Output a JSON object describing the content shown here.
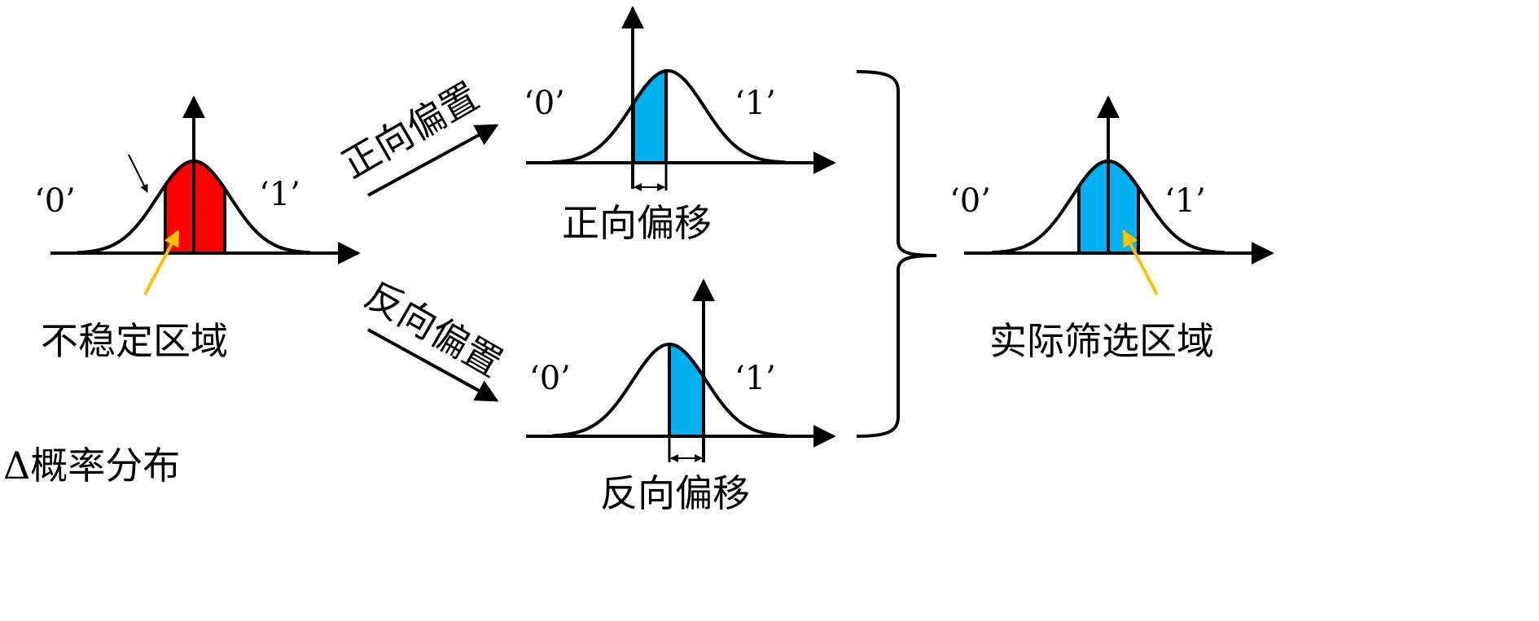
{
  "panels": {
    "left": {
      "label_zero": "‘0’",
      "label_one": "‘1’",
      "region_caption": "不稳定区域",
      "fill_color": "#ff0000"
    },
    "top": {
      "label_zero": "‘0’",
      "label_one": "‘1’",
      "shift_caption": "正向偏移",
      "fill_color": "#00b0f0"
    },
    "bottom": {
      "label_zero": "‘0’",
      "label_one": "‘1’",
      "shift_caption": "反向偏移",
      "fill_color": "#00b0f0"
    },
    "right": {
      "label_zero": "‘0’",
      "label_one": "‘1’",
      "region_caption": "实际筛选区域",
      "fill_color": "#00b0f0"
    }
  },
  "arrows": {
    "forward_bias_label": "正向偏置",
    "reverse_bias_label": "反向偏置",
    "pointer_color": "#ffc000"
  },
  "footer": {
    "caption": "Δ概率分布"
  }
}
